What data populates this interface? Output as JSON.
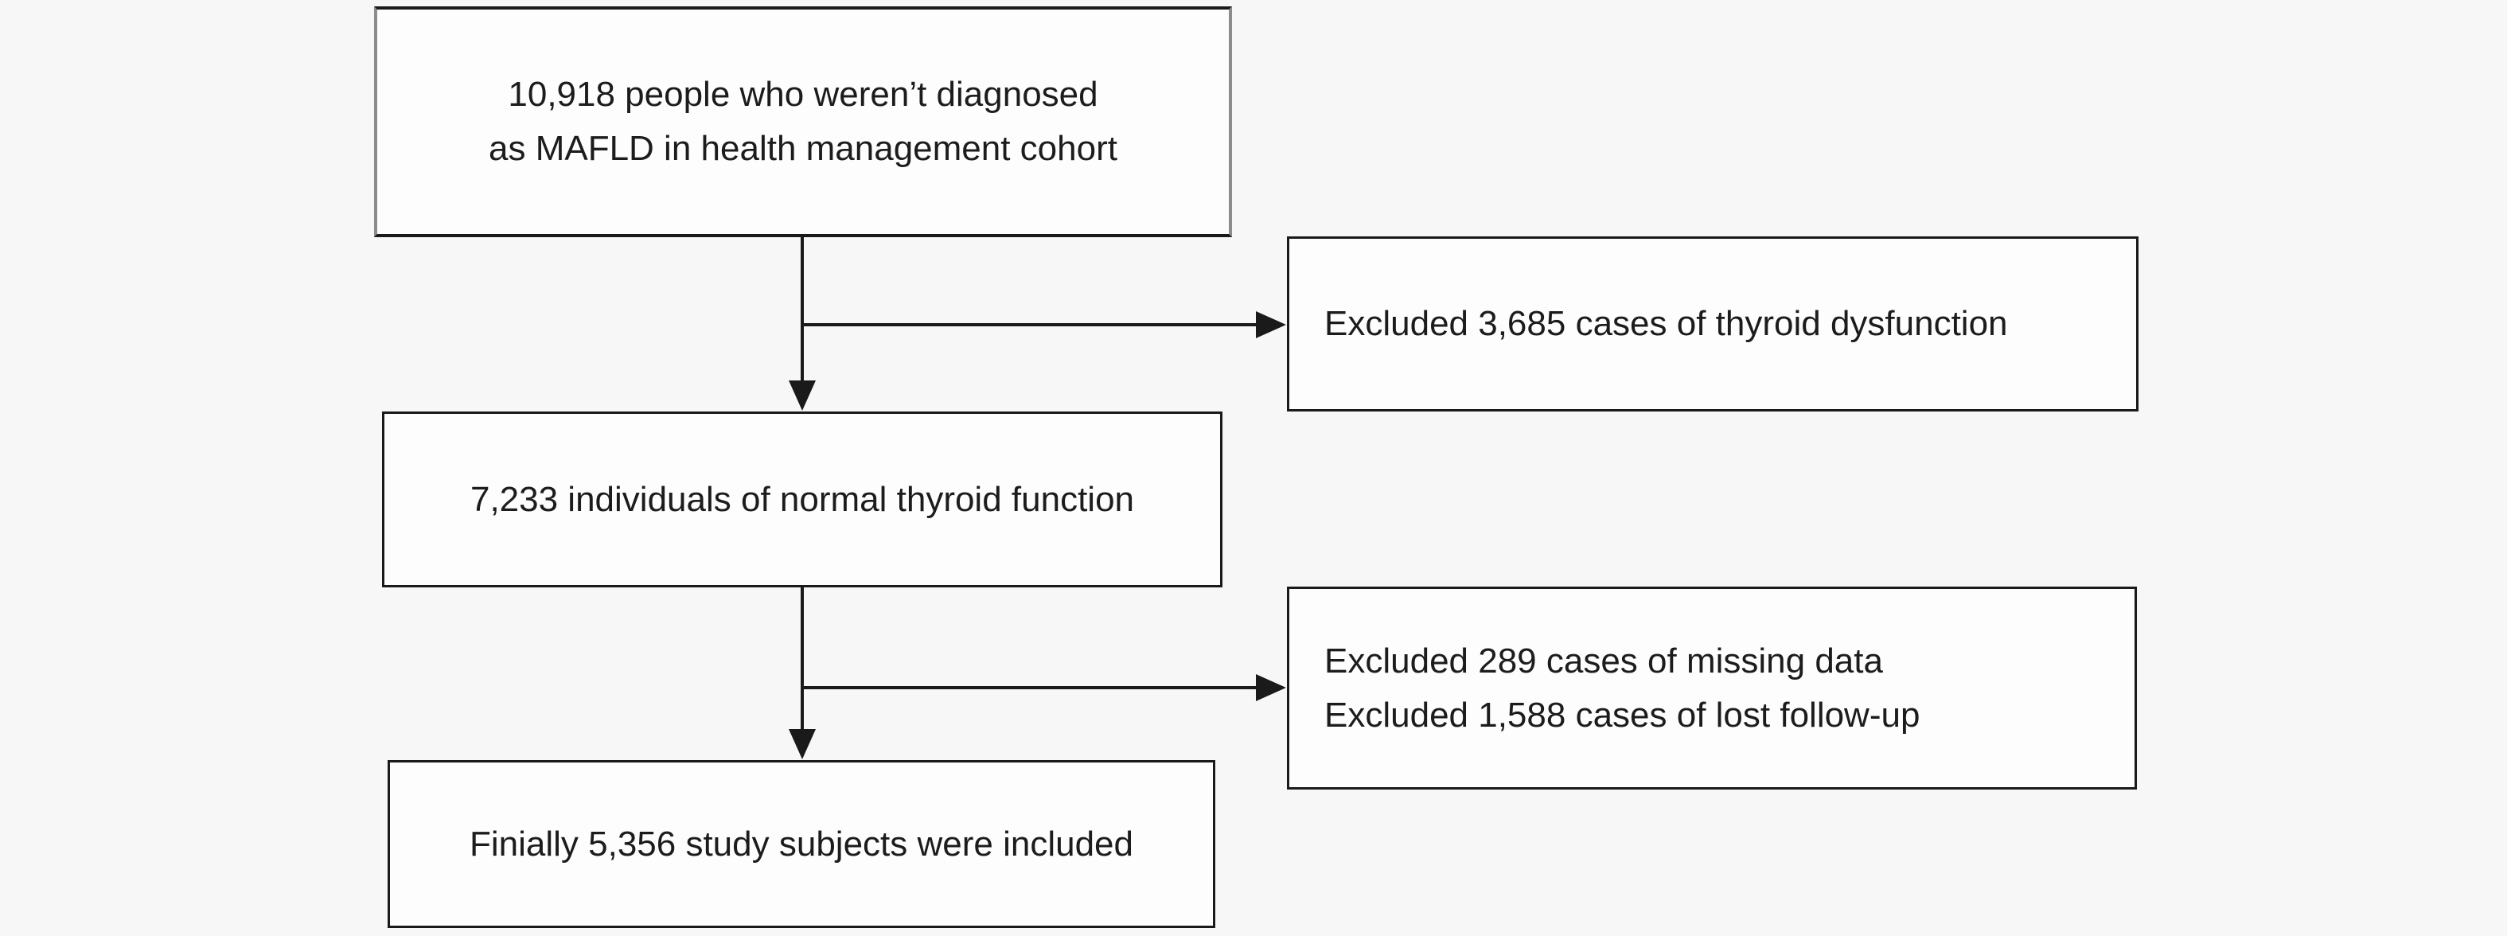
{
  "colors": {
    "background": "#f7f7f7",
    "box_fill": "#fdfdfd",
    "box_border": "#1a1a1a",
    "top_box_side_border": "#8c8c8c",
    "text": "#1c1c1c",
    "connector": "#1a1a1a"
  },
  "flowchart": {
    "boxes": {
      "initial_cohort": {
        "lines": [
          "10,918 people who weren’t diagnosed",
          "as MAFLD in health management cohort"
        ]
      },
      "excluded_thyroid_dysfunction": {
        "lines": [
          "Excluded 3,685 cases of thyroid dysfunction"
        ]
      },
      "normal_thyroid_function": {
        "lines": [
          "7,233 individuals of normal thyroid function"
        ]
      },
      "excluded_missing_and_followup": {
        "lines": [
          "Excluded 289 cases of missing data",
          "Excluded 1,588 cases of lost follow-up"
        ]
      },
      "final_subjects": {
        "lines": [
          "Finially 5,356 study subjects were included"
        ]
      }
    }
  }
}
